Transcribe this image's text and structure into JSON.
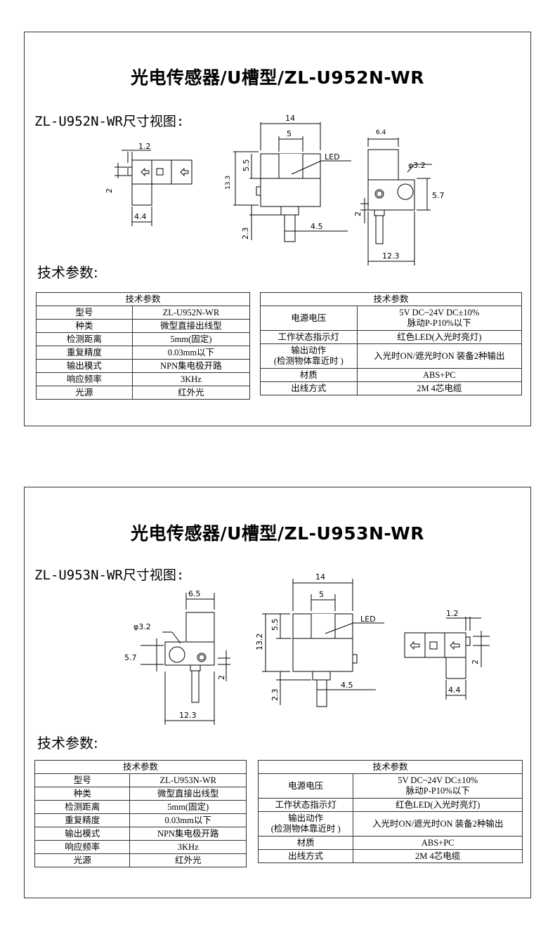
{
  "panels": [
    {
      "title": "光电传感器/U槽型/ZL-U952N-WR",
      "subtitle": "ZL-U952N-WR尺寸视图:",
      "section": "技术参数:",
      "dims": {
        "side_w": "1.2",
        "side_h": "2",
        "side_b": "4.4",
        "front_w": "14",
        "front_slot": "5",
        "front_depth": "5.5",
        "front_h": "13.3",
        "led": "LED",
        "front_pin": "2.3",
        "front_pin_w": "4.5",
        "top_w": "6.4",
        "top_dia": "φ3.2",
        "top_57": "5.7",
        "top_2": "2",
        "top_123": "12.3"
      },
      "table_left": {
        "header": "技术参数",
        "rows": [
          [
            "型号",
            "ZL-U952N-WR"
          ],
          [
            "种类",
            "微型直接出线型"
          ],
          [
            "检测距离",
            "5mm(固定)"
          ],
          [
            "重复精度",
            "0.03mm以下"
          ],
          [
            "输出模式",
            "NPN集电极开路"
          ],
          [
            "响应频率",
            "3KHz"
          ],
          [
            "光源",
            "红外光"
          ]
        ]
      },
      "table_right": {
        "header": "技术参数",
        "supply_label": "电源电压",
        "supply_v1": "5V DC~24V DC±10%",
        "supply_v2": "脉动P-P10%以下",
        "indicator_label": "工作状态指示灯",
        "indicator_value": "红色LED(入光时亮灯)",
        "action_label1": "输出动作",
        "action_label2": "(检测物体靠近时 )",
        "action_value": "入光时ON/遮光时ON 装备2种输出",
        "material_label": "材质",
        "material_value": "ABS+PC",
        "cable_label": "出线方式",
        "cable_value": "2M 4芯电缆"
      }
    },
    {
      "title": "光电传感器/U槽型/ZL-U953N-WR",
      "subtitle": "ZL-U953N-WR尺寸视图:",
      "section": "技术参数:",
      "dims": {
        "top_w": "6.5",
        "top_dia": "φ3.2",
        "top_57": "5.7",
        "top_2": "2",
        "top_123": "12.3",
        "front_w": "14",
        "front_slot": "5",
        "front_depth": "5.5",
        "front_h": "13.2",
        "led": "LED",
        "front_pin": "2.3",
        "front_pin_w": "4.5",
        "side_w": "1.2",
        "side_h": "2",
        "side_b": "4.4"
      },
      "table_left": {
        "header": "技术参数",
        "rows": [
          [
            "型号",
            "ZL-U953N-WR"
          ],
          [
            "种类",
            "微型直接出线型"
          ],
          [
            "检测距离",
            "5mm(固定)"
          ],
          [
            "重复精度",
            "0.03mm以下"
          ],
          [
            "输出模式",
            "NPN集电极开路"
          ],
          [
            "响应频率",
            "3KHz"
          ],
          [
            "光源",
            "红外光"
          ]
        ]
      },
      "table_right": {
        "header": "技术参数",
        "supply_label": "电源电压",
        "supply_v1": "5V DC~24V DC±10%",
        "supply_v2": "脉动P-P10%以下",
        "indicator_label": "工作状态指示灯",
        "indicator_value": "红色LED(入光时亮灯)",
        "action_label1": "输出动作",
        "action_label2": "(检测物体靠近时 )",
        "action_value": "入光时ON/遮光时ON 装备2种输出",
        "material_label": "材质",
        "material_value": "ABS+PC",
        "cable_label": "出线方式",
        "cable_value": "2M 4芯电缆"
      }
    }
  ]
}
